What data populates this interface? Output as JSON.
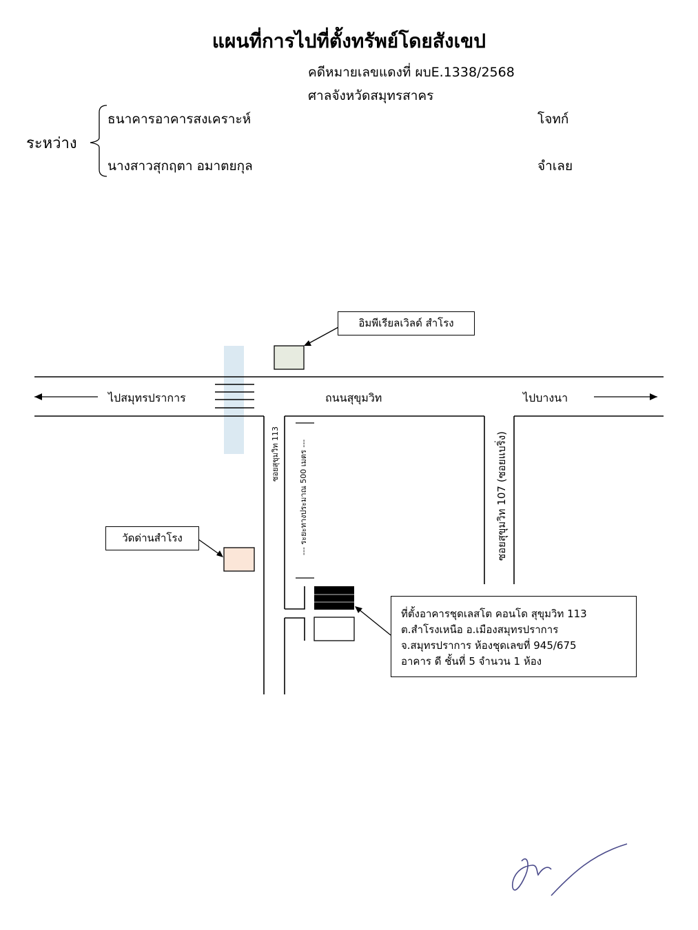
{
  "header": {
    "title": "แผนที่การไปที่ตั้งทรัพย์โดยสังเขป",
    "case_line": "คดีหมายเลขแดงที่ ผบE.1338/2568",
    "court_line": "ศาลจังหวัดสมุทรสาคร",
    "between_label": "ระหว่าง",
    "plaintiff_name": "ธนาคารอาคารสงเคราะห์",
    "plaintiff_role": "โจทก์",
    "defendant_name": "นางสาวสุกฤตา อมาตยกุล",
    "defendant_role": "จำเลย"
  },
  "map": {
    "west_direction": "ไปสมุทรปราการ",
    "main_road": "ถนนสุขุมวิท",
    "east_direction": "ไปบางนา",
    "soi_113": "ซอยสุขุมวิท 113",
    "distance_note": "--- ระยะทางประมาณ 500 เมตร ---",
    "soi_107": "ซอยสุขุมวิท 107 (ซอยแบริ่ง)",
    "landmark_mall": "อิมพีเรียลเวิลด์ สำโรง",
    "landmark_temple": "วัดด่านสำโรง",
    "property": {
      "line1": "ที่ตั้งอาคารชุดเลสโต คอนโด สุขุมวิท 113",
      "line2": "ต.สำโรงเหนือ อ.เมืองสมุทรปราการ",
      "line3": "จ.สมุทรปราการ ห้องชุดเลขที่ 945/675",
      "line4": "อาคาร ดี ชั้นที่ 5 จำนวน 1 ห้อง"
    },
    "colors": {
      "crosswalk_overpass": "#dbe9f2",
      "mall_fill": "#e7ebe0",
      "temple_fill": "#fbe6d8",
      "property_fill": "#000000"
    }
  }
}
